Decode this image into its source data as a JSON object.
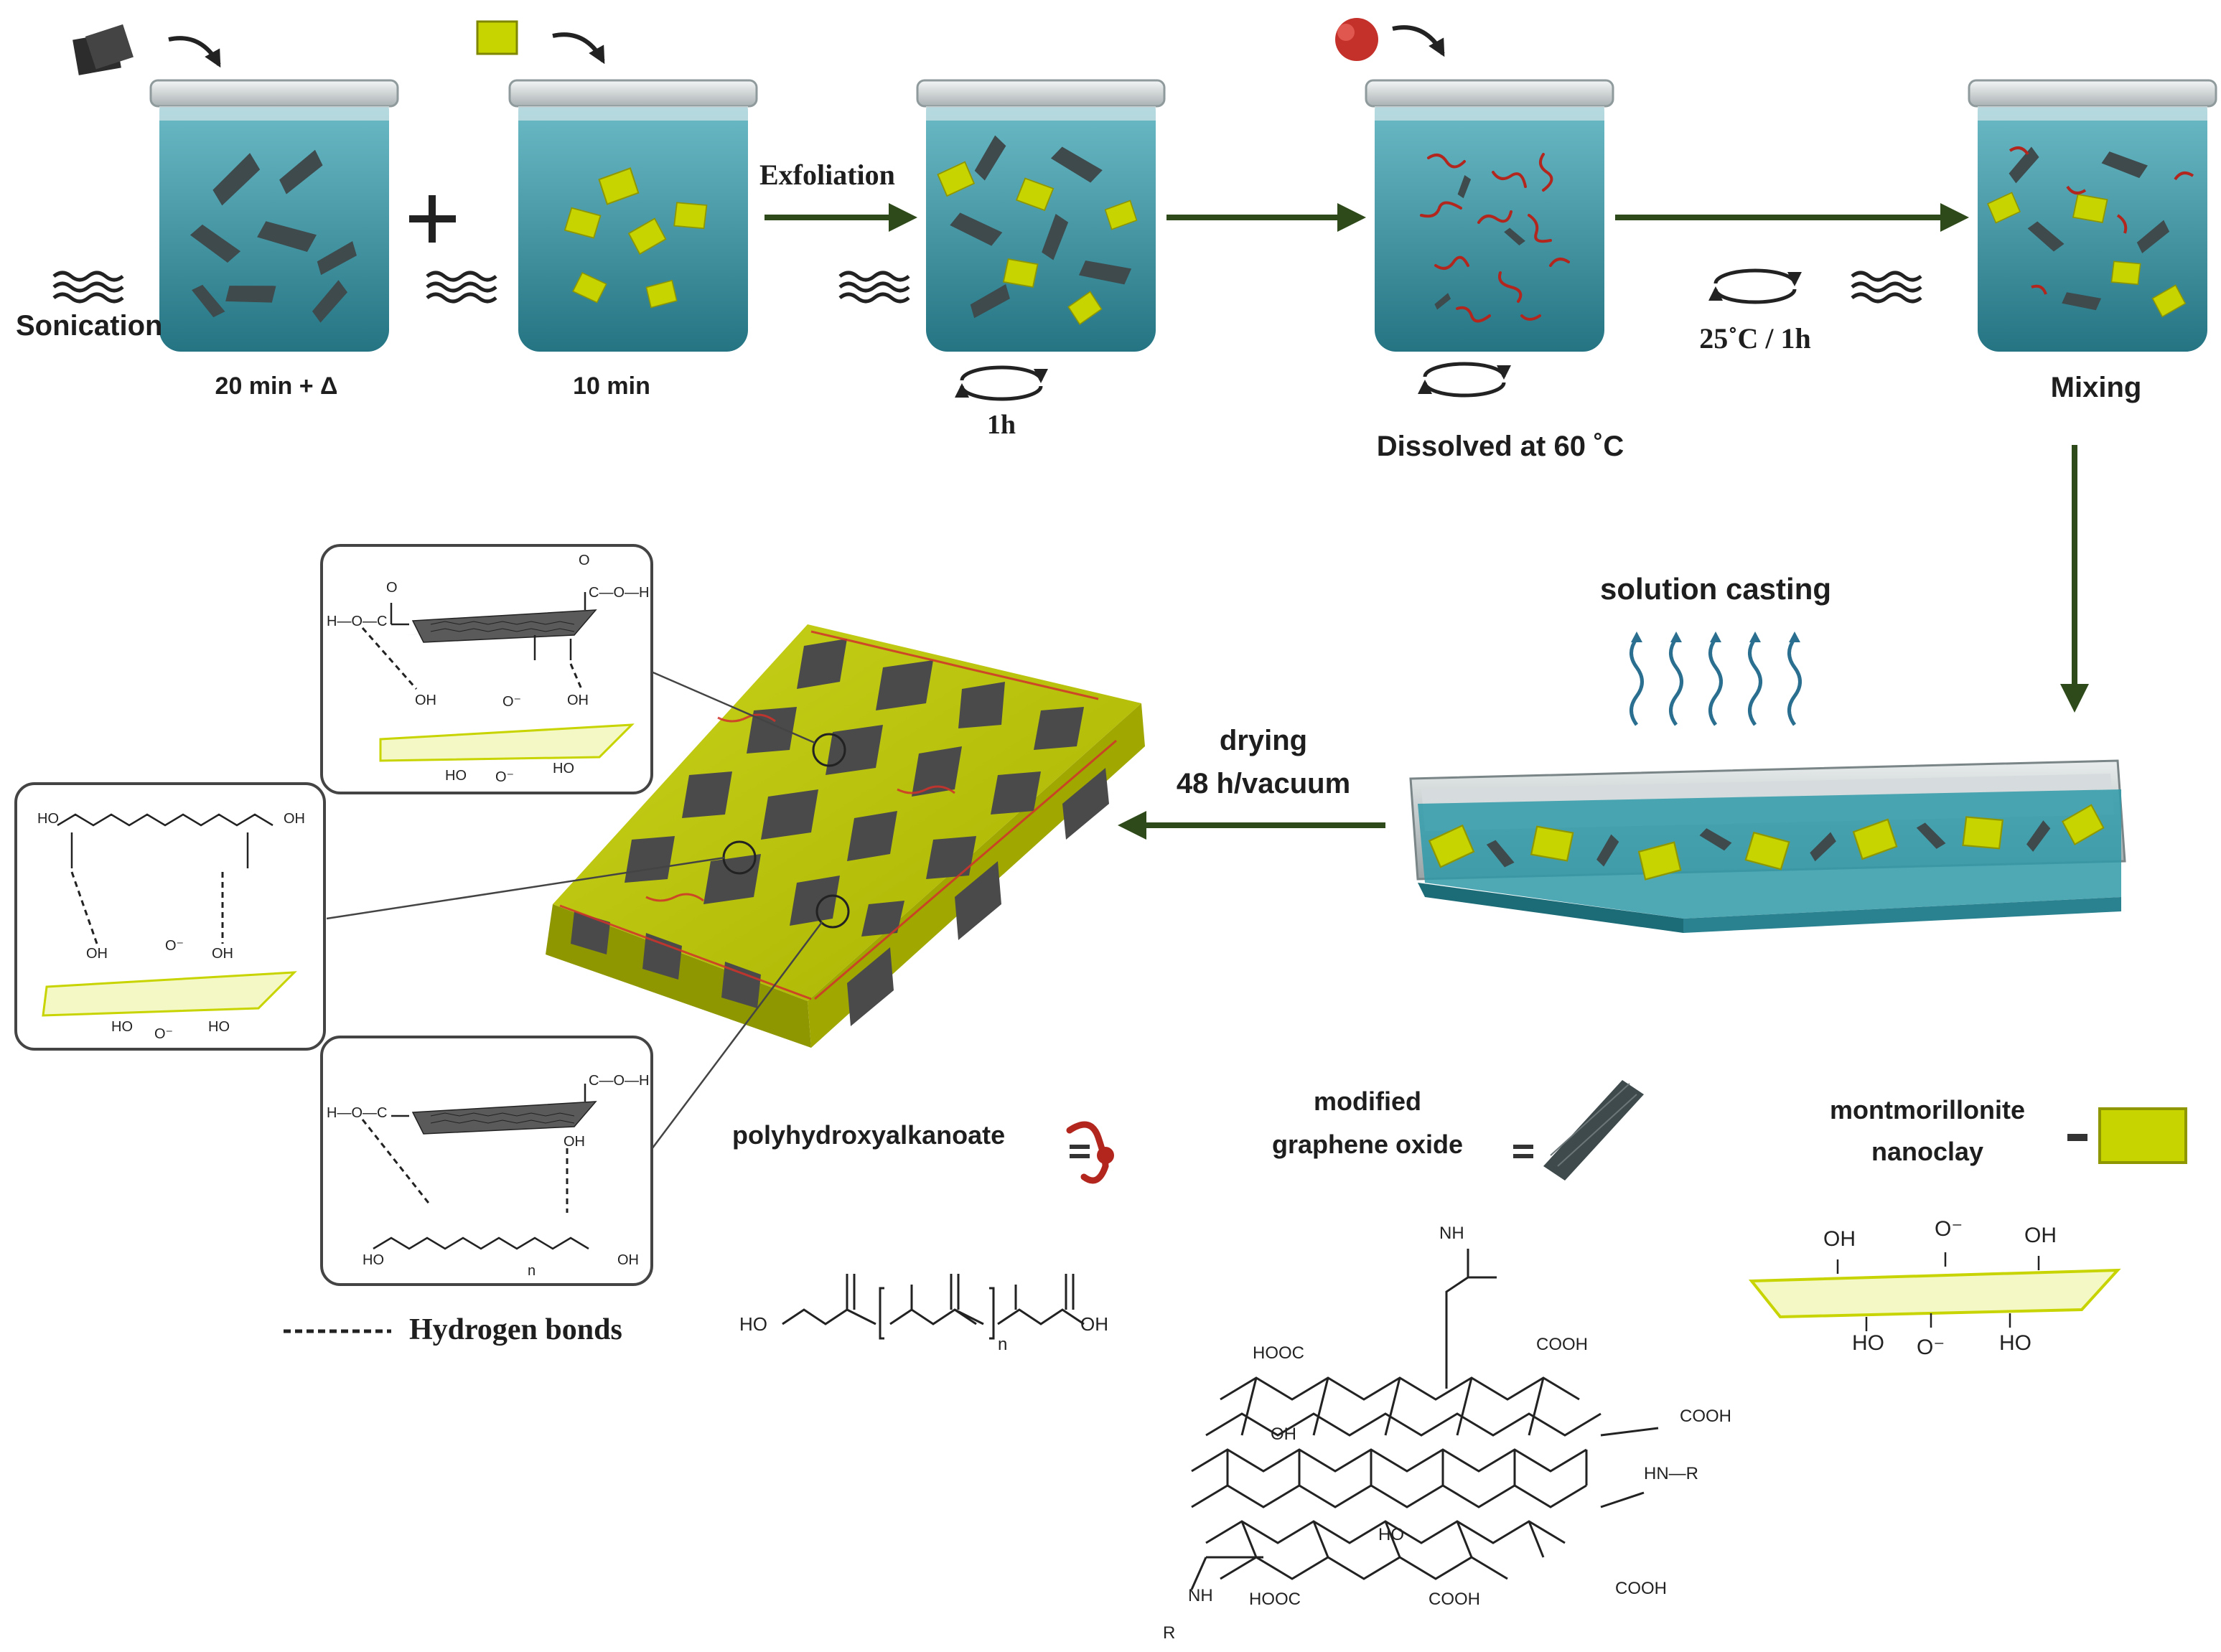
{
  "process": {
    "step1_time": "20 min + Δ",
    "step1_method": "Sonication",
    "step2_time": "10 min",
    "exfoliation": "Exfoliation",
    "stir_time_1": "1h",
    "dissolve_label": "Dissolved at 60 ˚C",
    "stir_condition": "25˚C / 1h",
    "mixing": "Mixing",
    "solution_casting": "solution casting",
    "drying_line1": "drying",
    "drying_line2": "48 h/vacuum"
  },
  "legend": {
    "pha": "polyhydroxyalkanoate",
    "go_line1": "modified",
    "go_line2": "graphene oxide",
    "clay_line1": "montmorillonite",
    "clay_line2": "nanoclay",
    "equals": "=",
    "hydrogen_bonds": "Hydrogen bonds"
  },
  "chemistry": {
    "OH": "OH",
    "O_minus": "O⁻",
    "HO": "HO",
    "H": "H",
    "COOH": "COOH",
    "HOOC": "HOOC",
    "NH": "NH",
    "HN_R": "HN—R",
    "R": "R",
    "O": "O",
    "n": "n",
    "C_O_H": "C—O—H",
    "H_O_C": "H—O—C"
  },
  "colors": {
    "water_top": "#63b4c2",
    "water_bottom": "#2a7a88",
    "clay": "#c8d400",
    "graphene": "#3e4a4c",
    "pha": "#b2261e",
    "arrow": "#2f4a1a"
  }
}
